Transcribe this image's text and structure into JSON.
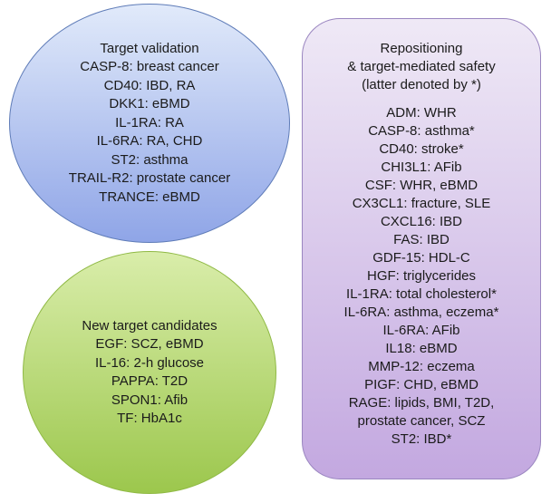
{
  "diagram": {
    "target_validation": {
      "title": "Target validation",
      "entries": [
        "CASP-8: breast cancer",
        "CD40: IBD, RA",
        "DKK1: eBMD",
        "IL-1RA: RA",
        "IL-6RA: RA, CHD",
        "ST2: asthma",
        "TRAIL-R2: prostate cancer",
        "TRANCE: eBMD"
      ]
    },
    "new_target_candidates": {
      "title": "New target candidates",
      "entries": [
        "EGF: SCZ, eBMD",
        "IL-16: 2-h glucose",
        "PAPPA: T2D",
        "SPON1: Afib",
        "TF: HbA1c"
      ]
    },
    "repositioning": {
      "title_lines": [
        "Repositioning",
        "& target-mediated safety",
        "(latter denoted by *)"
      ],
      "entries": [
        "ADM: WHR",
        "CASP-8: asthma*",
        "CD40: stroke*",
        "CHI3L1: AFib",
        "CSF: WHR, eBMD",
        "CX3CL1: fracture, SLE",
        "CXCL16: IBD",
        "FAS: IBD",
        "GDF-15: HDL-C",
        "HGF: triglycerides",
        "IL-1RA: total cholesterol*",
        "IL-6RA: asthma, eczema*",
        "IL-6RA: AFib",
        "IL18: eBMD",
        "MMP-12: eczema",
        "PIGF: CHD, eBMD",
        "RAGE: lipids, BMI, T2D,",
        "prostate cancer, SCZ",
        "ST2: IBD*"
      ]
    }
  },
  "colors": {
    "background": "#ffffff",
    "text": "#1b1b1b",
    "blue_top": "#e1eafa",
    "blue_bottom": "#8fa5e7",
    "blue_border": "#5f7cb8",
    "green_top": "#d9edaa",
    "green_bottom": "#9cc74d",
    "green_border": "#8fb944",
    "purple_top": "#efe9f6",
    "purple_bottom": "#c3a8e0",
    "purple_border": "#9a86c0"
  }
}
